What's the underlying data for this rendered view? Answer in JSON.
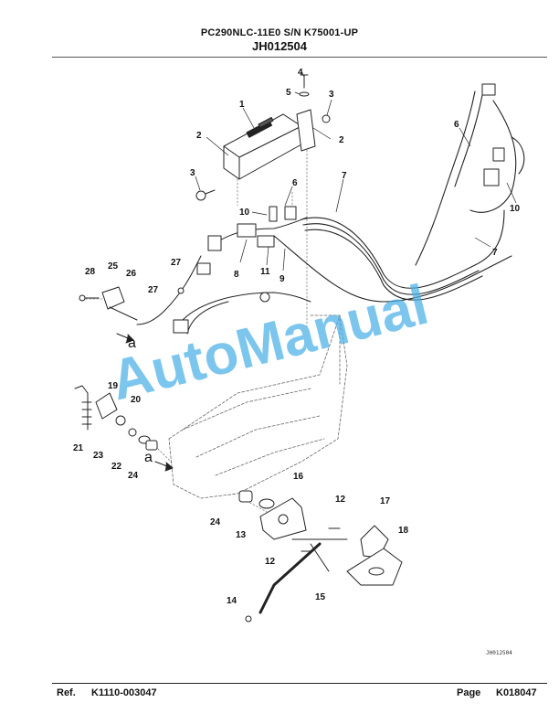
{
  "header": {
    "model": "PC290NLC-11E0 S/N K75001-UP",
    "code": "JH012504"
  },
  "diagram": {
    "callouts": [
      "1",
      "2",
      "2",
      "3",
      "3",
      "4",
      "5",
      "6",
      "6",
      "7",
      "7",
      "8",
      "9",
      "10",
      "10",
      "11",
      "12",
      "12",
      "13",
      "14",
      "15",
      "16",
      "17",
      "18",
      "19",
      "20",
      "21",
      "22",
      "23",
      "24",
      "24",
      "25",
      "26",
      "27",
      "27",
      "28"
    ],
    "arrow_labels": [
      "a",
      "a"
    ],
    "image_code": "JH012504",
    "watermark": "AutoManual"
  },
  "footer": {
    "ref_label": "Ref.",
    "ref_value": "K1110-003047",
    "page_label": "Page",
    "page_value": "K018047"
  }
}
